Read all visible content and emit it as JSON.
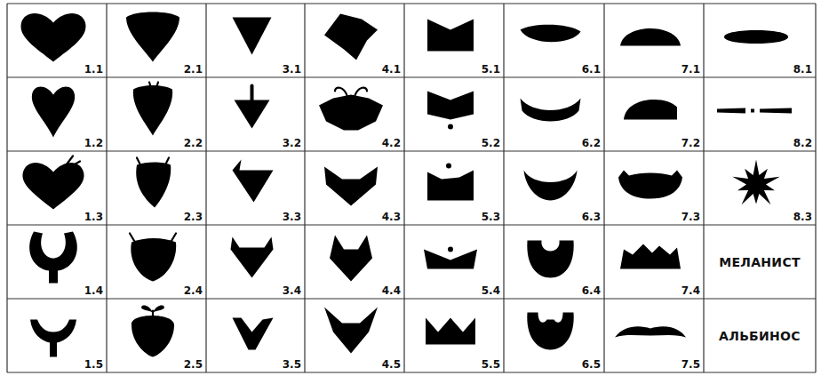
{
  "diagram": {
    "labels": [
      "1.1",
      "2.1",
      "3.1",
      "4.1",
      "5.1",
      "6.1",
      "7.1",
      "8.1",
      "1.2",
      "2.2",
      "3.2",
      "4.2",
      "5.2",
      "6.2",
      "7.2",
      "8.2",
      "1.3",
      "2.3",
      "3.3",
      "4.3",
      "5.3",
      "6.3",
      "7.3",
      "8.3",
      "1.4",
      "2.4",
      "3.4",
      "4.4",
      "5.4",
      "6.4",
      "7.4",
      "МЕЛАНИСТ",
      "1.5",
      "2.5",
      "3.5",
      "4.5",
      "5.5",
      "6.5",
      "7.5",
      "АЛЬБИНОС"
    ]
  }
}
